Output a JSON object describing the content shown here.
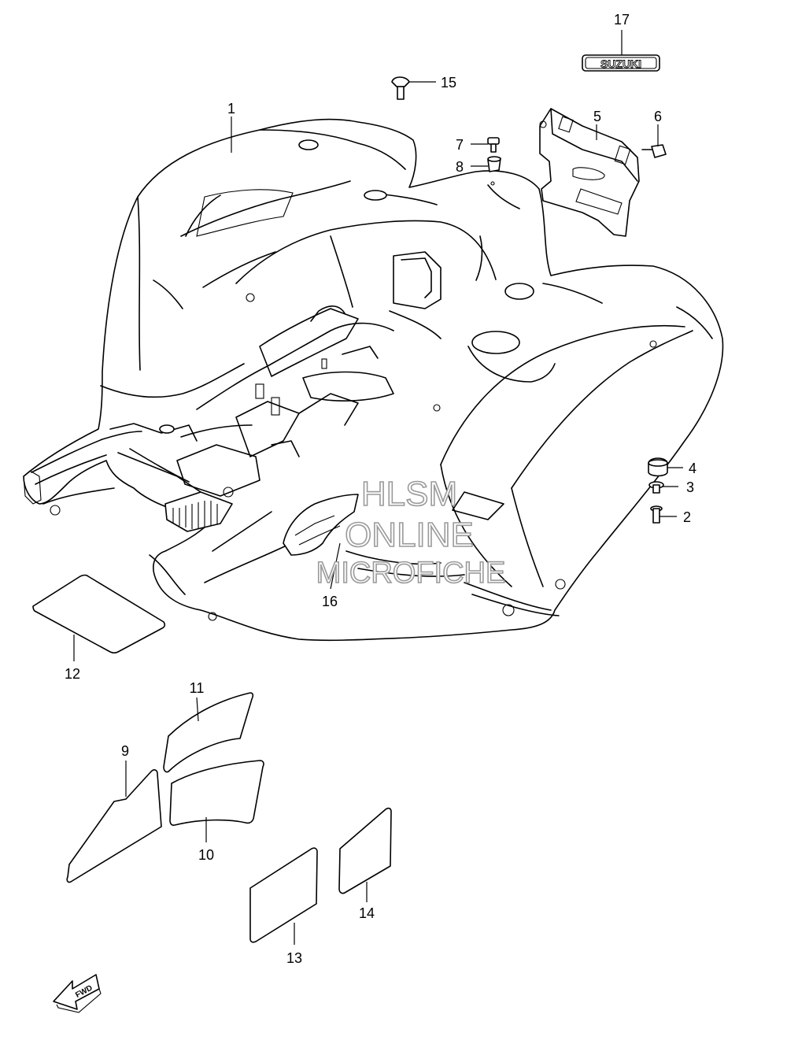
{
  "labels": {
    "p1": "1",
    "p2": "2",
    "p3": "3",
    "p4": "4",
    "p5": "5",
    "p6": "6",
    "p7": "7",
    "p8": "8",
    "p9": "9",
    "p10": "10",
    "p11": "11",
    "p12": "12",
    "p13": "13",
    "p14": "14",
    "p15": "15",
    "p16": "16",
    "p17": "17"
  },
  "emblem_text": "SUZUKI",
  "fwd_text": "FWD",
  "watermark": {
    "line1": "HLSM",
    "line2": "ONLINE",
    "line3": "MICROFICHE"
  }
}
